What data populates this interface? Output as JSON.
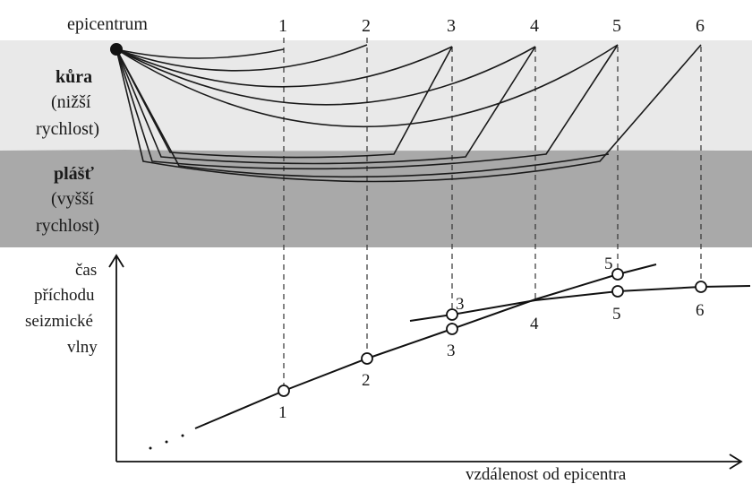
{
  "labels": {
    "epicenter": "epicentrum",
    "crust_l1": "kůra",
    "crust_l2": "(nižší",
    "crust_l3": "rychlost)",
    "mantle_l1": "plášť",
    "mantle_l2": "(vyšší",
    "mantle_l3": "rychlost)",
    "yaxis_l1": "čas",
    "yaxis_l2": "příchodu",
    "yaxis_l3": "seizmické",
    "yaxis_l4": "vlny",
    "xaxis": "vzdálenost od epicentra"
  },
  "stations": [
    "1",
    "2",
    "3",
    "4",
    "5",
    "6"
  ],
  "graph_points": {
    "direct": [
      "1",
      "2",
      "3"
    ],
    "direct_upper": [
      "3",
      "5"
    ],
    "refracted_lower": [
      "5",
      "6"
    ]
  },
  "colors": {
    "crust": "#e9e9e9",
    "mantle": "#a9a9a9",
    "ink": "#1a1a1a"
  }
}
